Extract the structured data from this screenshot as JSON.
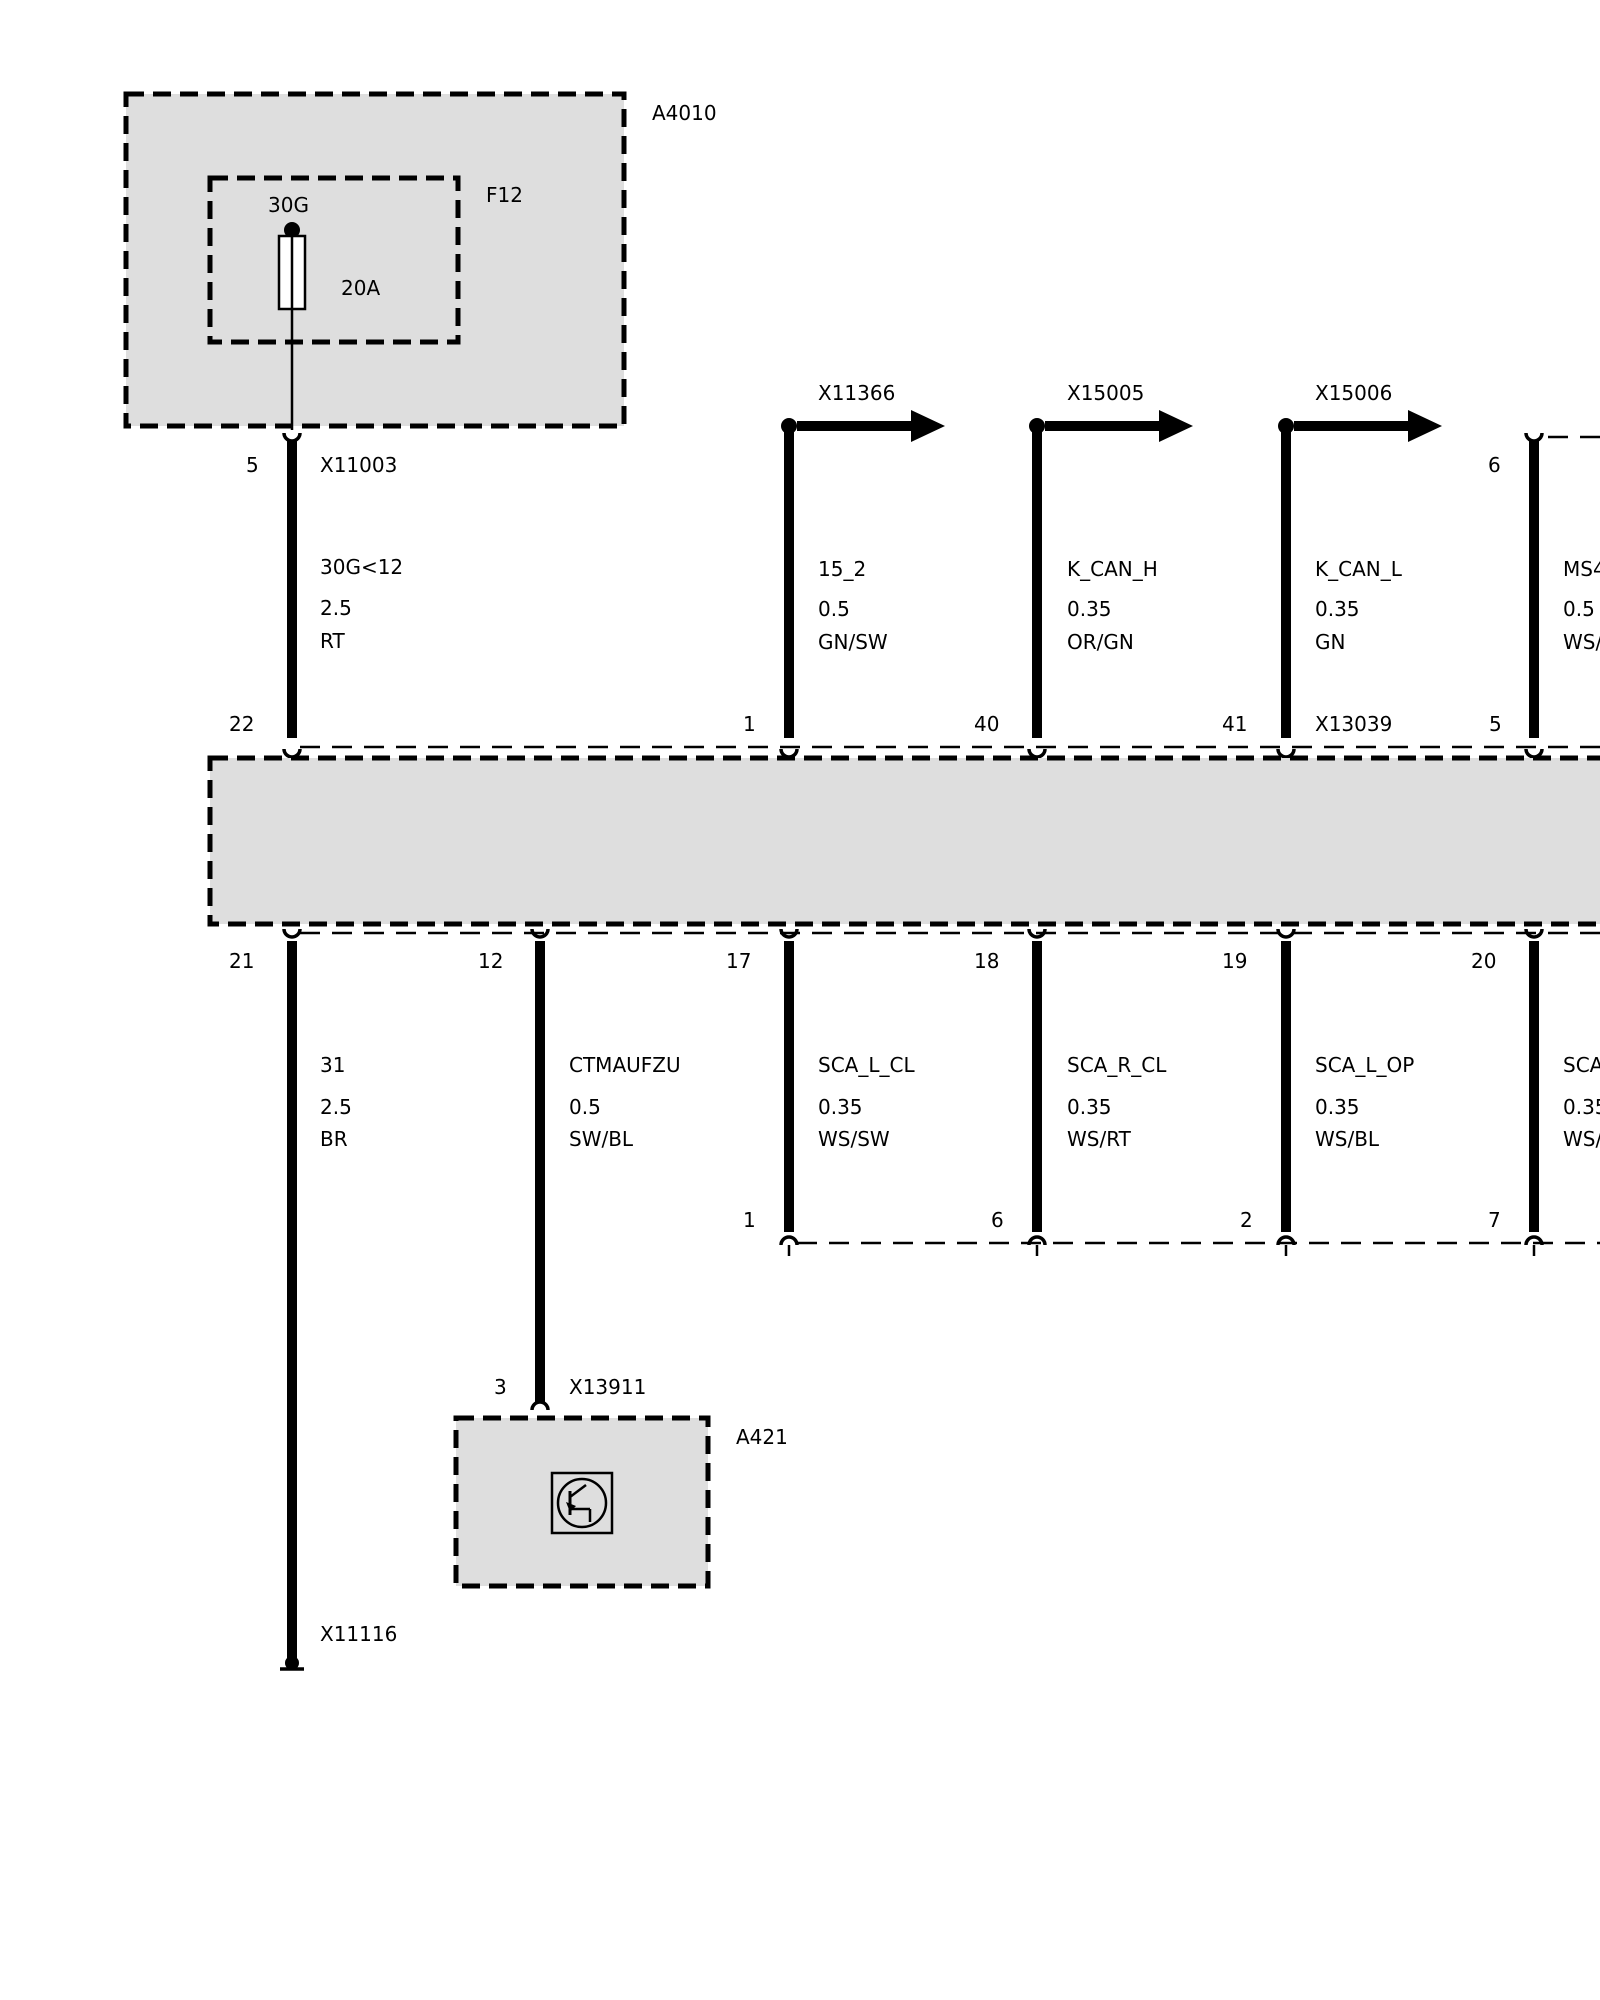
{
  "modules": {
    "a4010": {
      "label": "A4010"
    },
    "f12": {
      "label": "F12",
      "terminal": "30G",
      "rating": "20A"
    },
    "a421": {
      "label": "A421"
    },
    "main_unit": {
      "connector": "X13039"
    }
  },
  "top_connector": {
    "label": "X11003",
    "pin": "5"
  },
  "top_right_pin": "6",
  "ground": {
    "label": "X11116"
  },
  "a421_connector": {
    "label": "X13911",
    "pin": "3"
  },
  "arrows": [
    {
      "label": "X11366"
    },
    {
      "label": "X15005"
    },
    {
      "label": "X15006"
    }
  ],
  "upper_wires": [
    {
      "signal": "30G<12",
      "gauge": "2.5",
      "color": "RT",
      "pin_bottom": "22"
    },
    {
      "signal": "15_2",
      "gauge": "0.5",
      "color": "GN/SW",
      "pin_bottom": "1"
    },
    {
      "signal": "K_CAN_H",
      "gauge": "0.35",
      "color": "OR/GN",
      "pin_bottom": "40"
    },
    {
      "signal": "K_CAN_L",
      "gauge": "0.35",
      "color": "GN",
      "pin_bottom": "41"
    },
    {
      "signal": "MS4",
      "gauge": "0.5",
      "color": "WS/",
      "pin_bottom": "5"
    }
  ],
  "lower_wires": [
    {
      "pin_top": "21",
      "signal": "31",
      "gauge": "2.5",
      "color": "BR",
      "pin_bottom": ""
    },
    {
      "pin_top": "12",
      "signal": "CTMAUFZU",
      "gauge": "0.5",
      "color": "SW/BL",
      "pin_bottom": ""
    },
    {
      "pin_top": "17",
      "signal": "SCA_L_CL",
      "gauge": "0.35",
      "color": "WS/SW",
      "pin_bottom": "1"
    },
    {
      "pin_top": "18",
      "signal": "SCA_R_CL",
      "gauge": "0.35",
      "color": "WS/RT",
      "pin_bottom": "6"
    },
    {
      "pin_top": "19",
      "signal": "SCA_L_OP",
      "gauge": "0.35",
      "color": "WS/BL",
      "pin_bottom": "2"
    },
    {
      "pin_top": "20",
      "signal": "SCA",
      "gauge": "0.35",
      "color": "WS/",
      "pin_bottom": "7"
    }
  ]
}
